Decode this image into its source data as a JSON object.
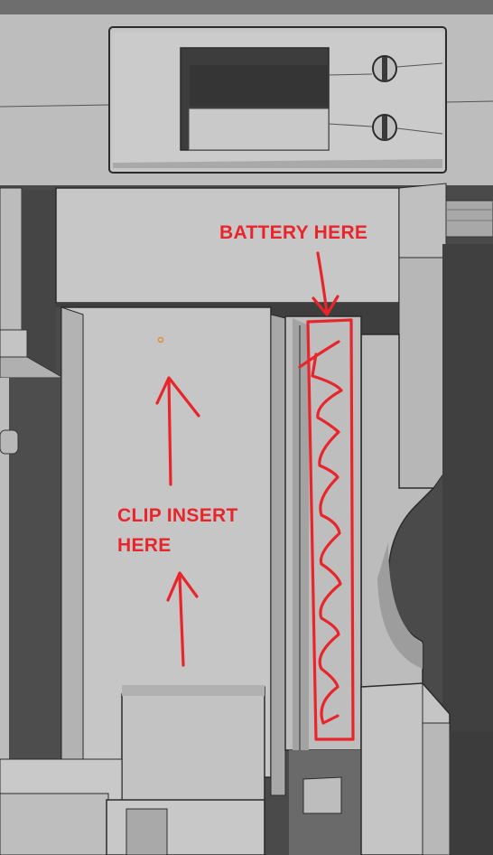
{
  "annotations": {
    "battery": "BATTERY HERE",
    "clip_line1": "CLIP INSERT",
    "clip_line2": "HERE"
  },
  "colors": {
    "annotation": "#e8252b",
    "model_face": "#c3c3c3",
    "model_shadow": "#4a4a4a",
    "edge": "#2b2b2b",
    "marker": "#e08a1e"
  },
  "icons": [
    "screw-head-icon",
    "screw-head-icon",
    "origin-marker-icon"
  ]
}
